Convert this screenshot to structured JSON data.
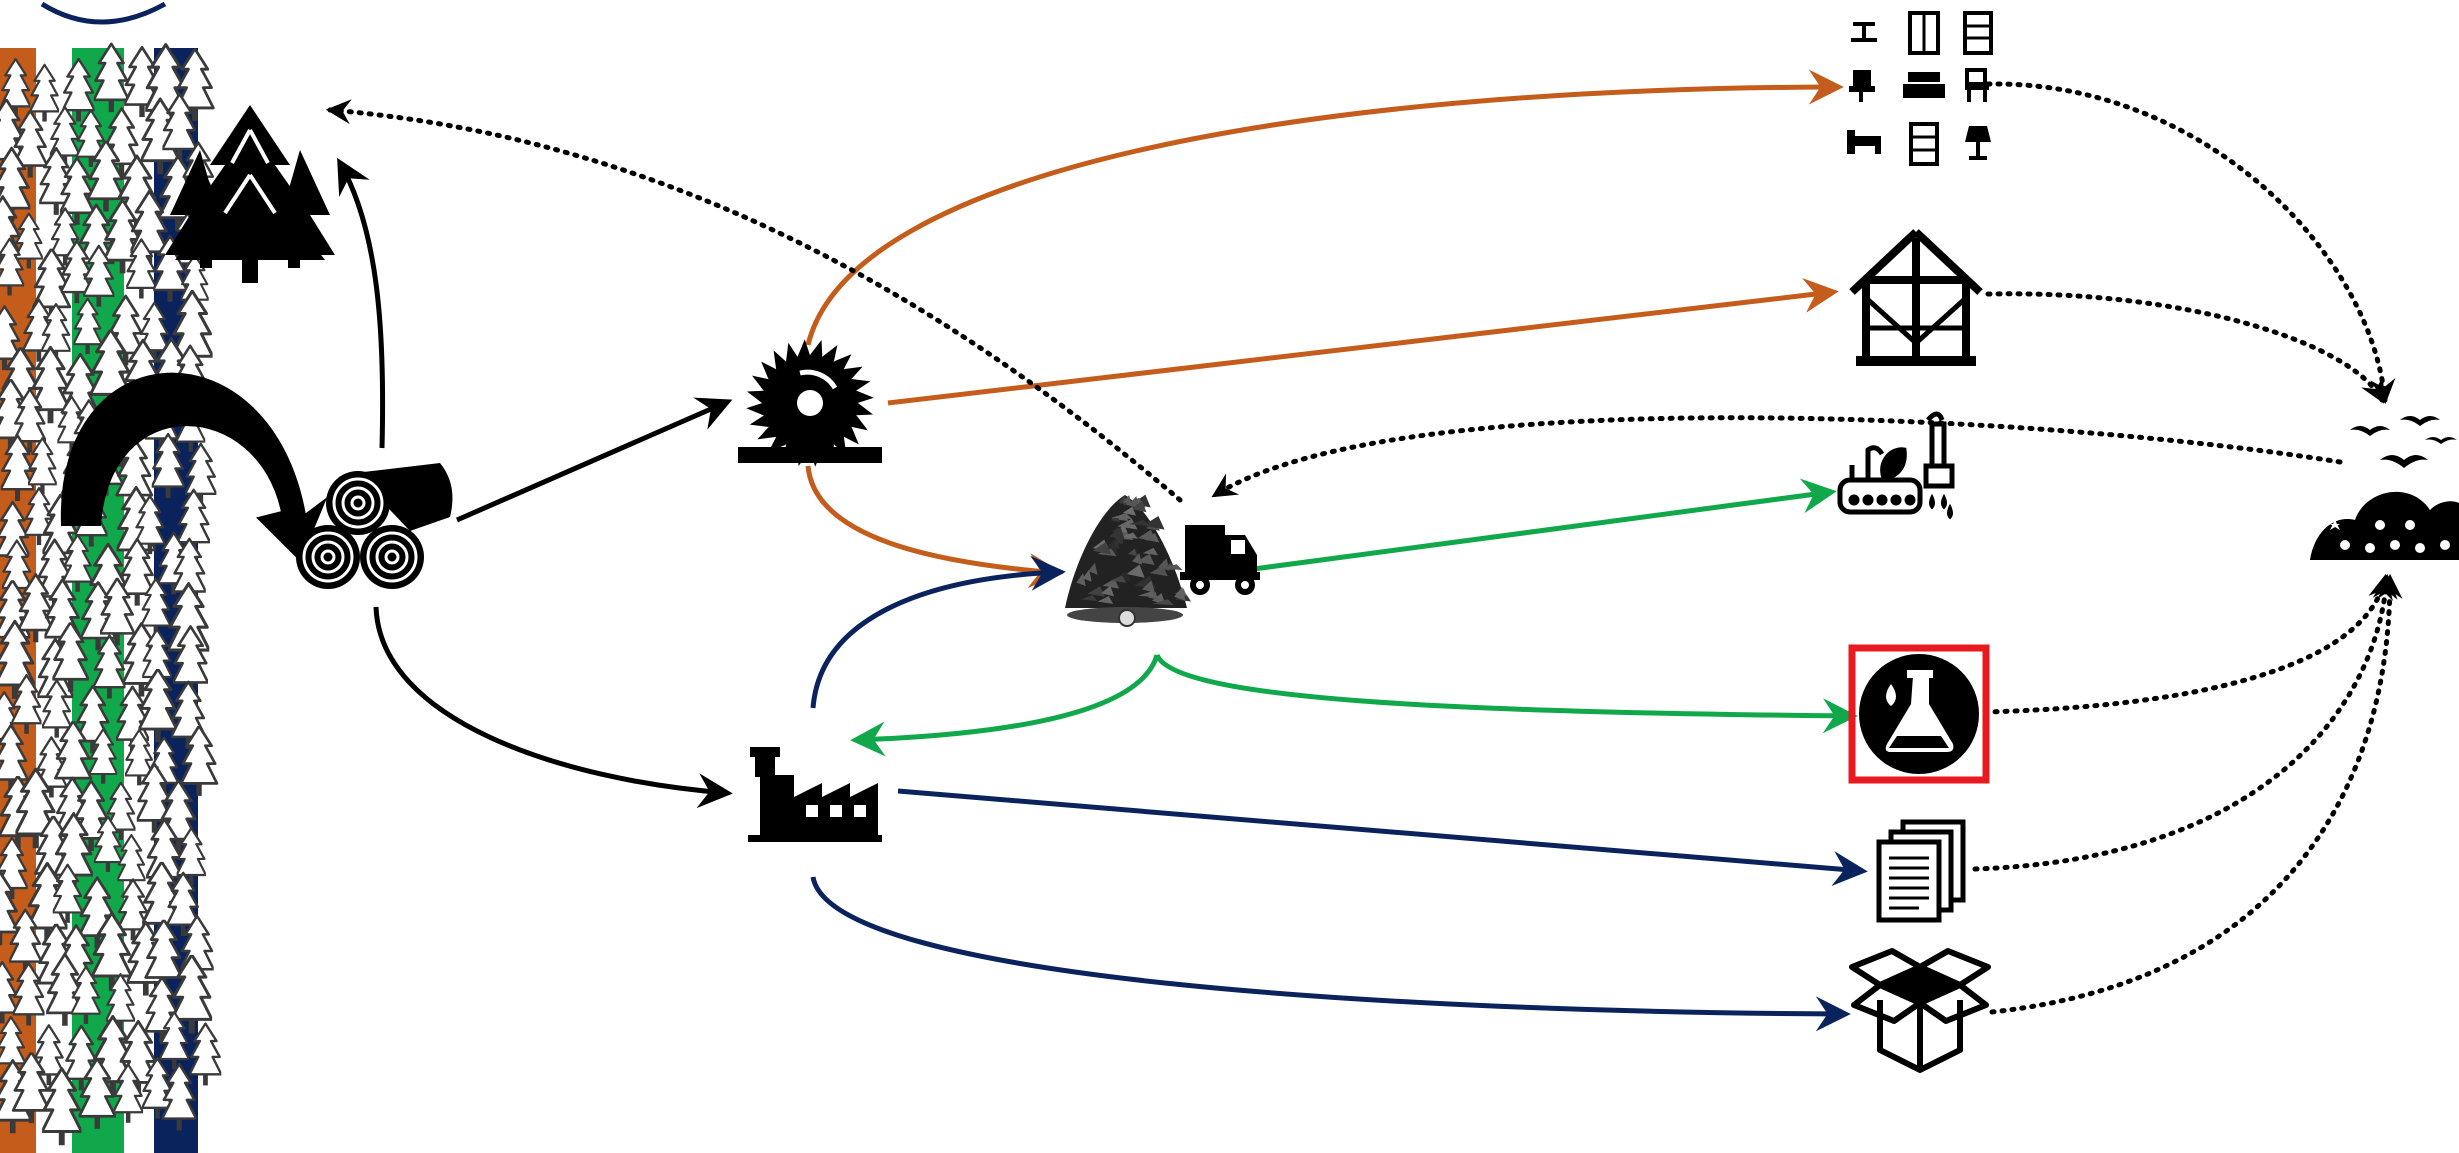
{
  "colors": {
    "sawmill_stream": "#c45c1c",
    "bioenergy_stream": "#10a84a",
    "pulp_stream": "#0b235c",
    "main_flow": "#000000",
    "highlight_box": "#e8191f",
    "background": "#ffffff"
  },
  "nodes": {
    "forest": {
      "icon": "pine-trees-icon"
    },
    "logs": {
      "icon": "log-pile-icon"
    },
    "sawmill": {
      "icon": "circular-saw-icon"
    },
    "pulp_mill": {
      "icon": "factory-icon"
    },
    "residues": {
      "icon": "wood-chips-truck-icon"
    },
    "furniture": {
      "icon": "furniture-grid-icon"
    },
    "construction": {
      "icon": "timber-frame-house-icon"
    },
    "bioenergy": {
      "icon": "biorefinery-plant-icon"
    },
    "biochemicals": {
      "icon": "chemistry-flask-icon",
      "highlighted": true
    },
    "paper": {
      "icon": "paper-stack-icon"
    },
    "packaging": {
      "icon": "cardboard-box-icon"
    },
    "end_of_life": {
      "icon": "landscape-birds-icon"
    }
  },
  "edges": [
    {
      "from": "forest",
      "to": "logs",
      "style": "solid",
      "color": "main_flow"
    },
    {
      "from": "logs",
      "to": "forest",
      "style": "solid",
      "color": "main_flow"
    },
    {
      "from": "logs",
      "to": "sawmill",
      "style": "solid",
      "color": "main_flow"
    },
    {
      "from": "logs",
      "to": "pulp_mill",
      "style": "solid",
      "color": "main_flow"
    },
    {
      "from": "sawmill",
      "to": "furniture",
      "style": "solid",
      "color": "sawmill_stream"
    },
    {
      "from": "sawmill",
      "to": "construction",
      "style": "solid",
      "color": "sawmill_stream"
    },
    {
      "from": "sawmill",
      "to": "residues",
      "style": "solid",
      "color": "sawmill_stream"
    },
    {
      "from": "pulp_mill",
      "to": "residues",
      "style": "solid",
      "color": "pulp_stream"
    },
    {
      "from": "residues",
      "to": "bioenergy",
      "style": "solid",
      "color": "bioenergy_stream"
    },
    {
      "from": "residues",
      "to": "biochemicals",
      "style": "solid",
      "color": "bioenergy_stream"
    },
    {
      "from": "residues",
      "to": "pulp_mill",
      "style": "solid",
      "color": "bioenergy_stream"
    },
    {
      "from": "pulp_mill",
      "to": "paper",
      "style": "solid",
      "color": "pulp_stream"
    },
    {
      "from": "pulp_mill",
      "to": "packaging",
      "style": "solid",
      "color": "pulp_stream"
    },
    {
      "from": "residues",
      "to": "forest",
      "style": "dotted",
      "color": "main_flow"
    },
    {
      "from": "furniture",
      "to": "end_of_life",
      "style": "dotted",
      "color": "main_flow"
    },
    {
      "from": "construction",
      "to": "end_of_life",
      "style": "dotted",
      "color": "main_flow"
    },
    {
      "from": "end_of_life",
      "to": "residues",
      "style": "dotted",
      "color": "main_flow"
    },
    {
      "from": "biochemicals",
      "to": "end_of_life",
      "style": "dotted",
      "color": "main_flow"
    },
    {
      "from": "paper",
      "to": "end_of_life",
      "style": "dotted",
      "color": "main_flow"
    },
    {
      "from": "packaging",
      "to": "end_of_life",
      "style": "dotted",
      "color": "main_flow"
    }
  ]
}
